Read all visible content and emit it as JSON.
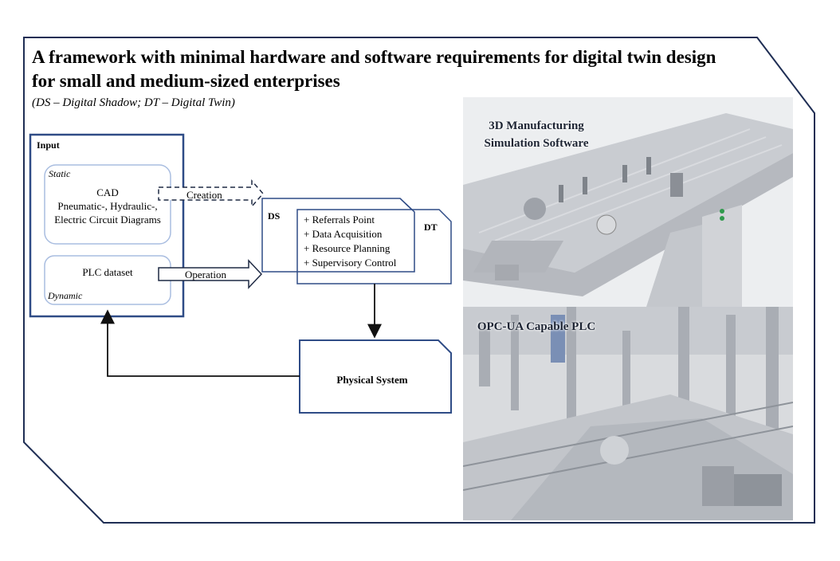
{
  "title": "A framework with minimal hardware and software requirements for digital twin design for small and medium-sized enterprises",
  "subtitle": "(DS – Digital Shadow; DT – Digital Twin)",
  "diagram": {
    "input_label": "Input",
    "static_label": "Static",
    "static_content": [
      "CAD",
      "Pneumatic-, Hydraulic-,",
      "Electric Circuit Diagrams"
    ],
    "dynamic_label": "Dynamic",
    "plc_dataset": "PLC dataset",
    "creation_label": "Creation",
    "operation_label": "Operation",
    "ds_label": "DS",
    "dt_label": "DT",
    "dt_items": [
      "+ Referrals Point",
      "+ Data Acquisition",
      "+ Resource Planning",
      "+ Supervisory Control"
    ],
    "physical_system": "Physical System"
  },
  "images": {
    "simulation_label": "3D Manufacturing Simulation Software",
    "plc_label": "OPC-UA Capable PLC"
  },
  "colors": {
    "frame": "#1f2e54",
    "box_border": "#2f4c86",
    "inner_border": "#a9bde0",
    "arrow": "#1f2a44"
  }
}
